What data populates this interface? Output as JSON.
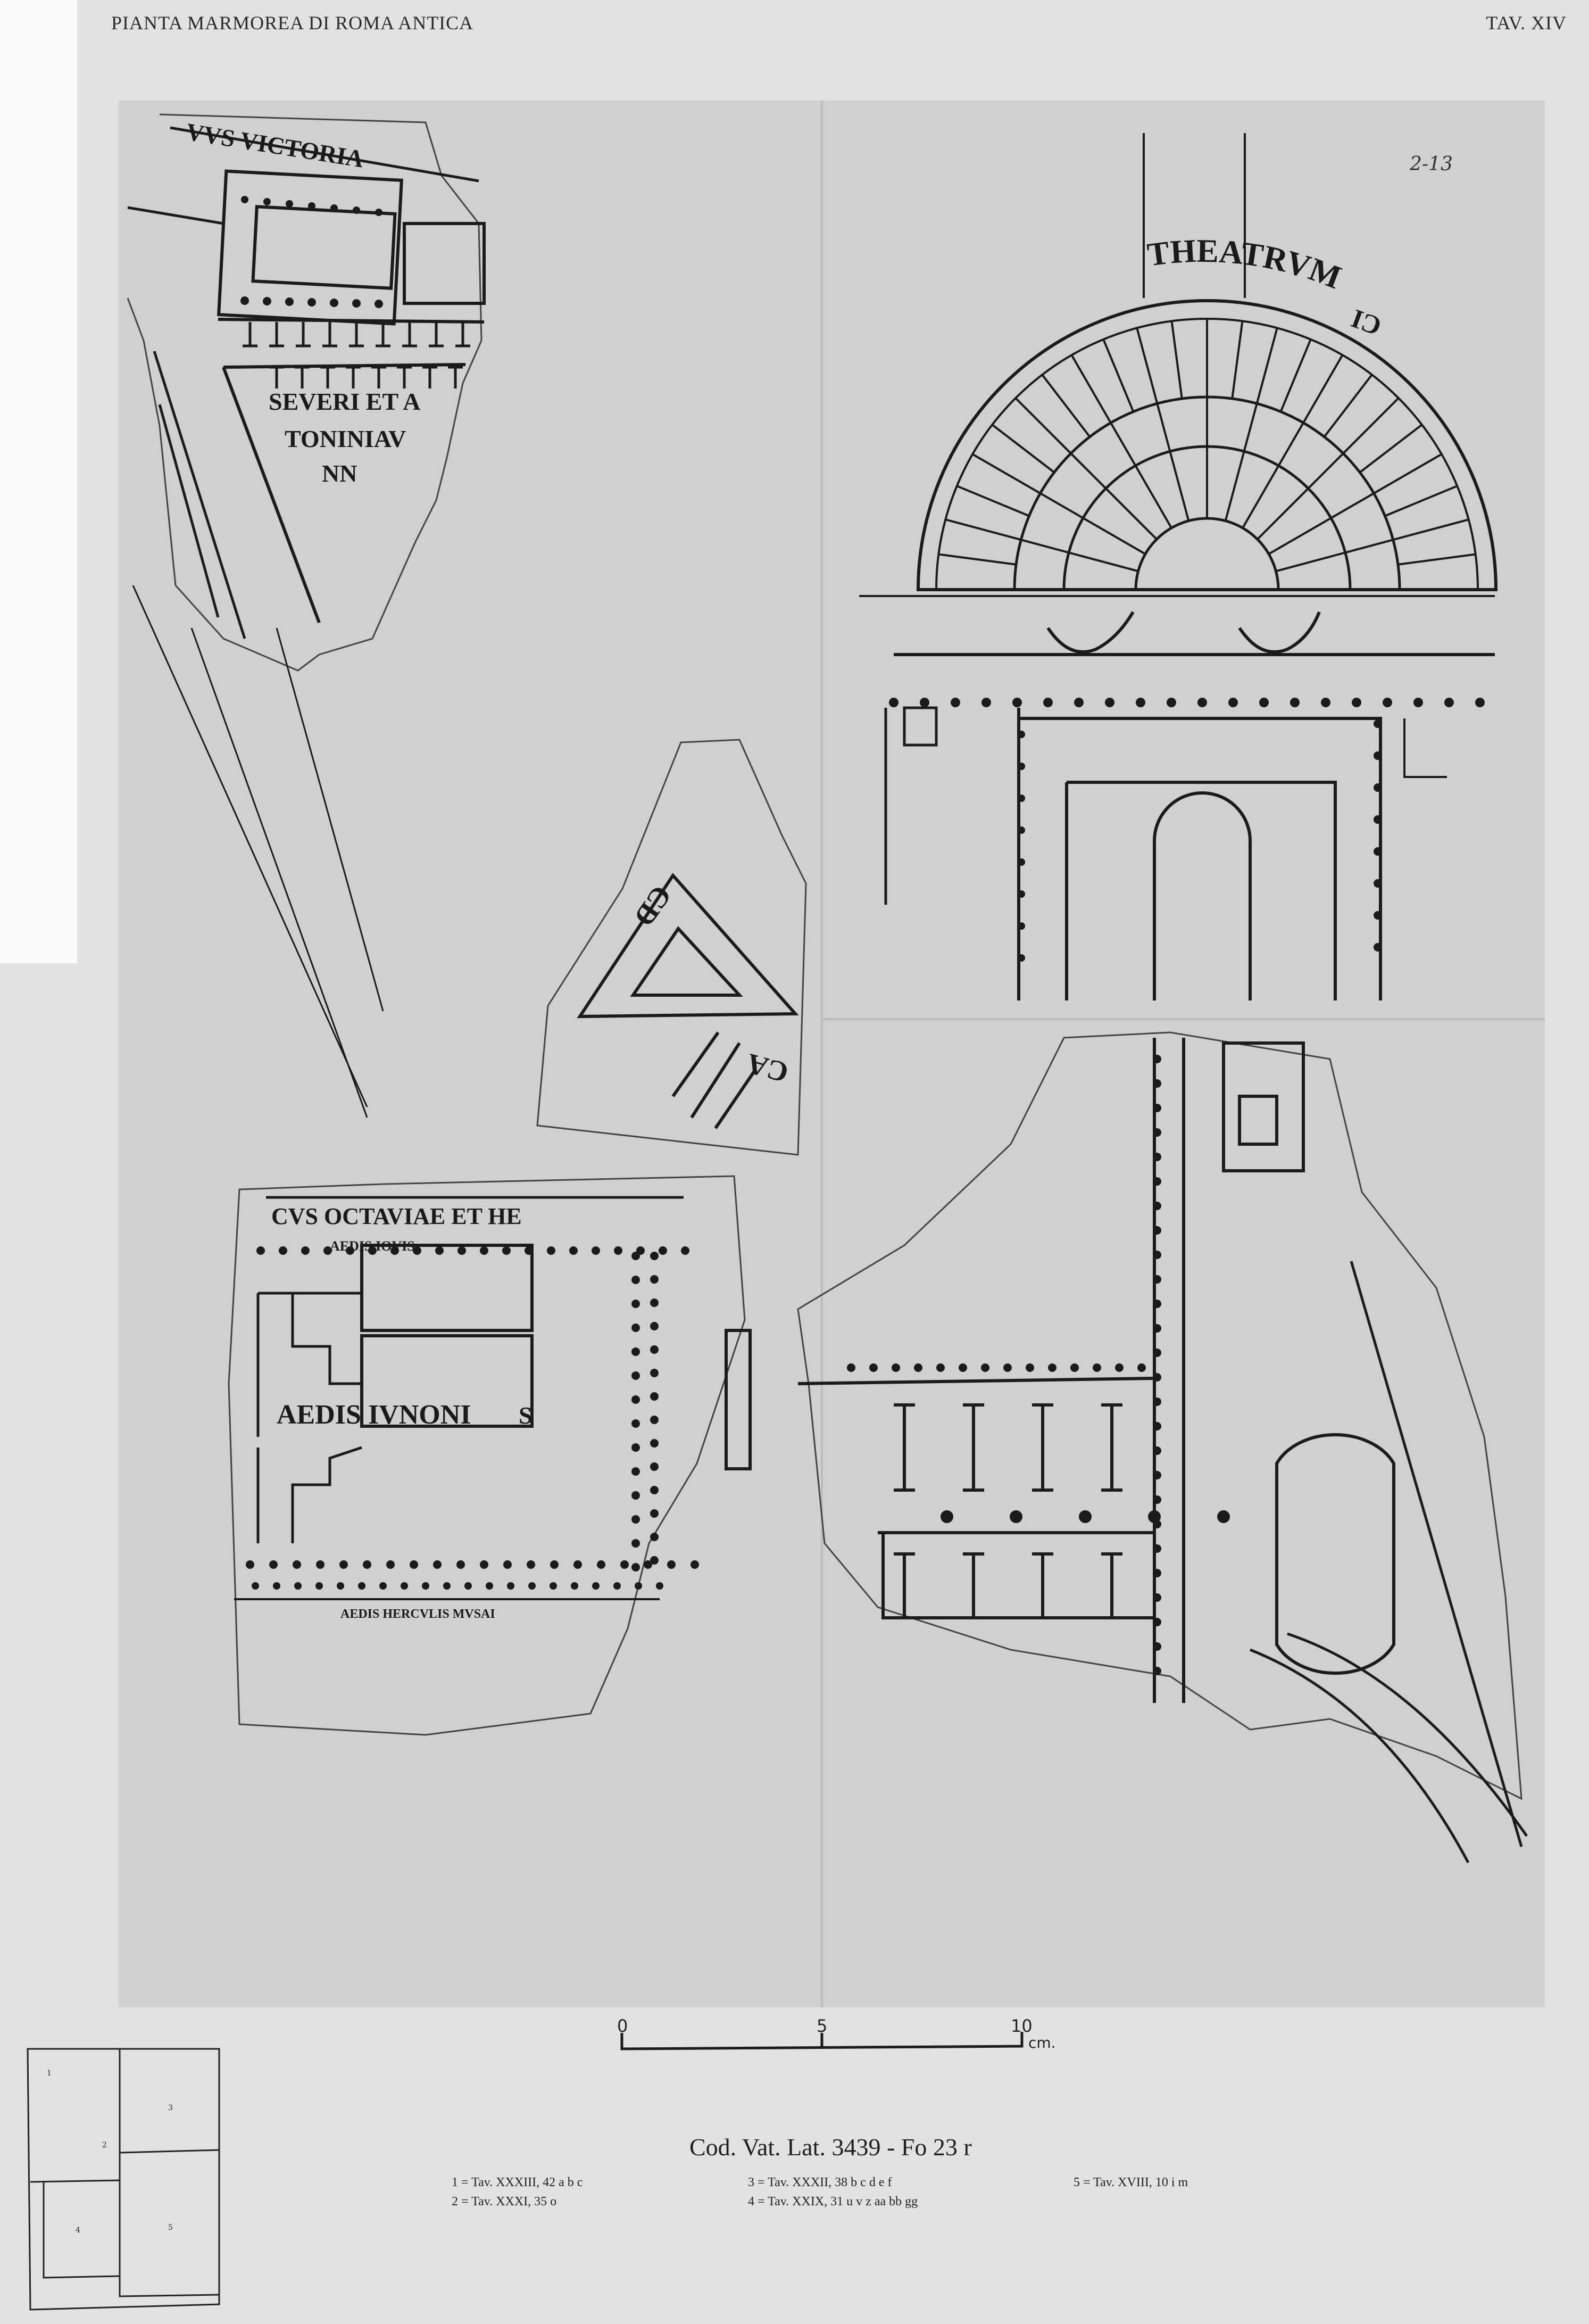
{
  "header": {
    "title": "PIANTA MARMOREA DI ROMA ANTICA",
    "plate": "TAV. XIV"
  },
  "drawing": {
    "sheet_note": "2-13",
    "inscriptions": {
      "vicus_victoria": "VVS VICTORIA",
      "severi_1": "SEVERI ET A",
      "severi_2": "TONINIAV",
      "severi_3": "NN",
      "theatrum": "THEATRVM",
      "theatrum_2": "CI",
      "frag_cd": "CD",
      "frag_ca": "CA",
      "octaviae": "CVS OCTAVIAE ET HE",
      "aedis_iovis": "AEDIS IOVIS",
      "aedis_iunoni": "AEDIS IVNONI",
      "aedis_s": "S",
      "herculis": "AEDIS HERCVLIS MVSAI"
    }
  },
  "scale_bar": {
    "ticks": [
      "0",
      "5",
      "10"
    ],
    "unit": "cm."
  },
  "caption": "Cod. Vat. Lat. 3439 - Fo 23 r",
  "key_diagram": {
    "labels": [
      "1",
      "2",
      "3",
      "4",
      "5"
    ]
  },
  "legend": [
    {
      "text": "1 = Tav. XXXIII, 42 a b c"
    },
    {
      "text": "2 = Tav. XXXI, 35 o"
    },
    {
      "text": "3 = Tav. XXXII, 38 b c d e f"
    },
    {
      "text": "4 = Tav. XXIX, 31 u v z aa bb gg"
    },
    {
      "text": "5 = Tav. XVIII, 10 i m"
    }
  ]
}
